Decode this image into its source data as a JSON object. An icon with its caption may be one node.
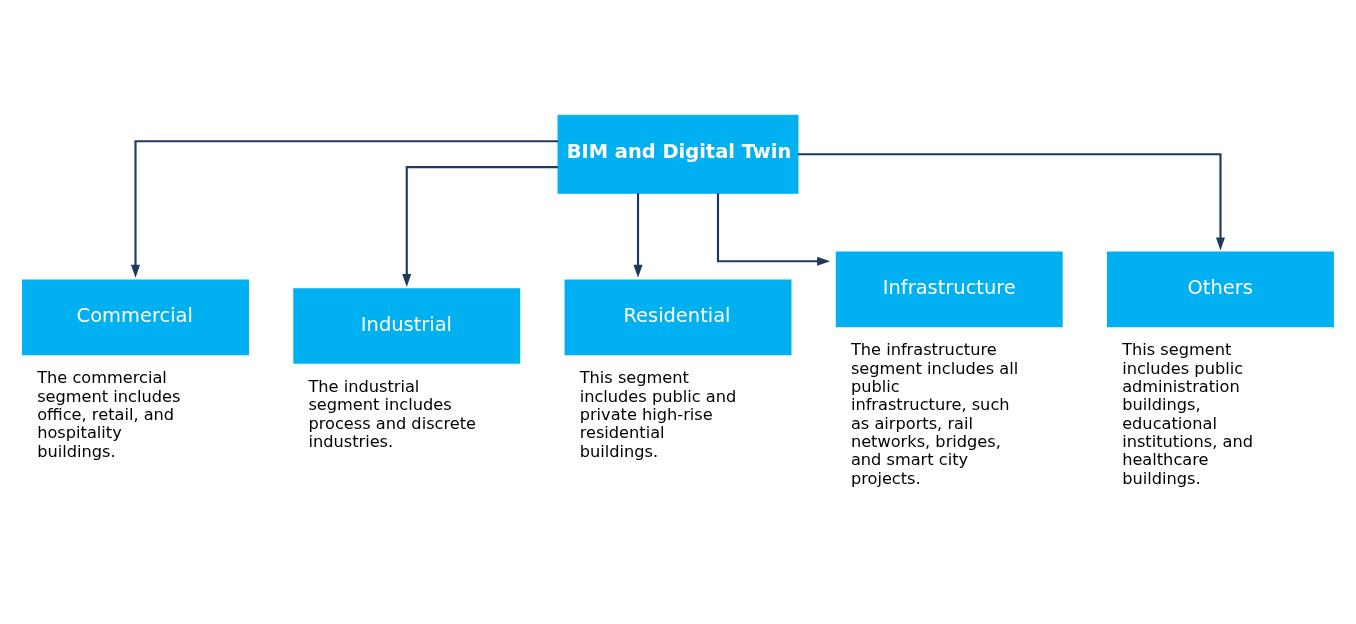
{
  "diagram": {
    "nodes": [
      {
        "text": [
          "BIM and Digital Twin"
        ]
      },
      {
        "text": [
          "Commercial"
        ],
        "beside": [
          "The commercial segment includes office, retail, and hospitality buildings."
        ]
      },
      {
        "text": [
          "Industrial"
        ],
        "beside": [
          "The industrial segment includes process and discrete industries."
        ]
      },
      {
        "text": [
          "Residential"
        ],
        "beside": [
          "This segment includes public and private high-rise residential buildings."
        ]
      },
      {
        "text": [
          "Infrastructure"
        ],
        "beside": [
          "The infrastructure segment includes all public infrastructure, such as airports, rail networks, bridges, and smart city projects."
        ]
      },
      {
        "text": [
          "Others"
        ],
        "beside": [
          "This segment includes public administration buildings, educational institutions, and healthcare buildings."
        ]
      }
    ],
    "edges": [
      {
        "from": 0,
        "to": 1,
        "arrow": "to"
      },
      {
        "from": 0,
        "to": 2,
        "arrow": "to"
      },
      {
        "from": 0,
        "to": 3,
        "arrow": "to"
      },
      {
        "from": 0,
        "to": 4,
        "arrow": "to"
      },
      {
        "from": 0,
        "to": 5,
        "arrow": "to"
      }
    ]
  }
}
